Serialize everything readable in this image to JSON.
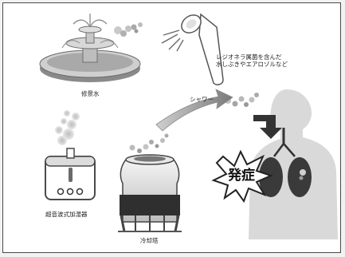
{
  "labels": {
    "fountain": "修景水",
    "shower": "シャワー",
    "humidifier": "超音波式加湿器",
    "cooling_tower": "冷却塔"
  },
  "caption_lines": [
    "レジオネラ属菌を含んだ",
    "水しぶきやエアロゾルなど"
  ],
  "onset": "発症"
}
